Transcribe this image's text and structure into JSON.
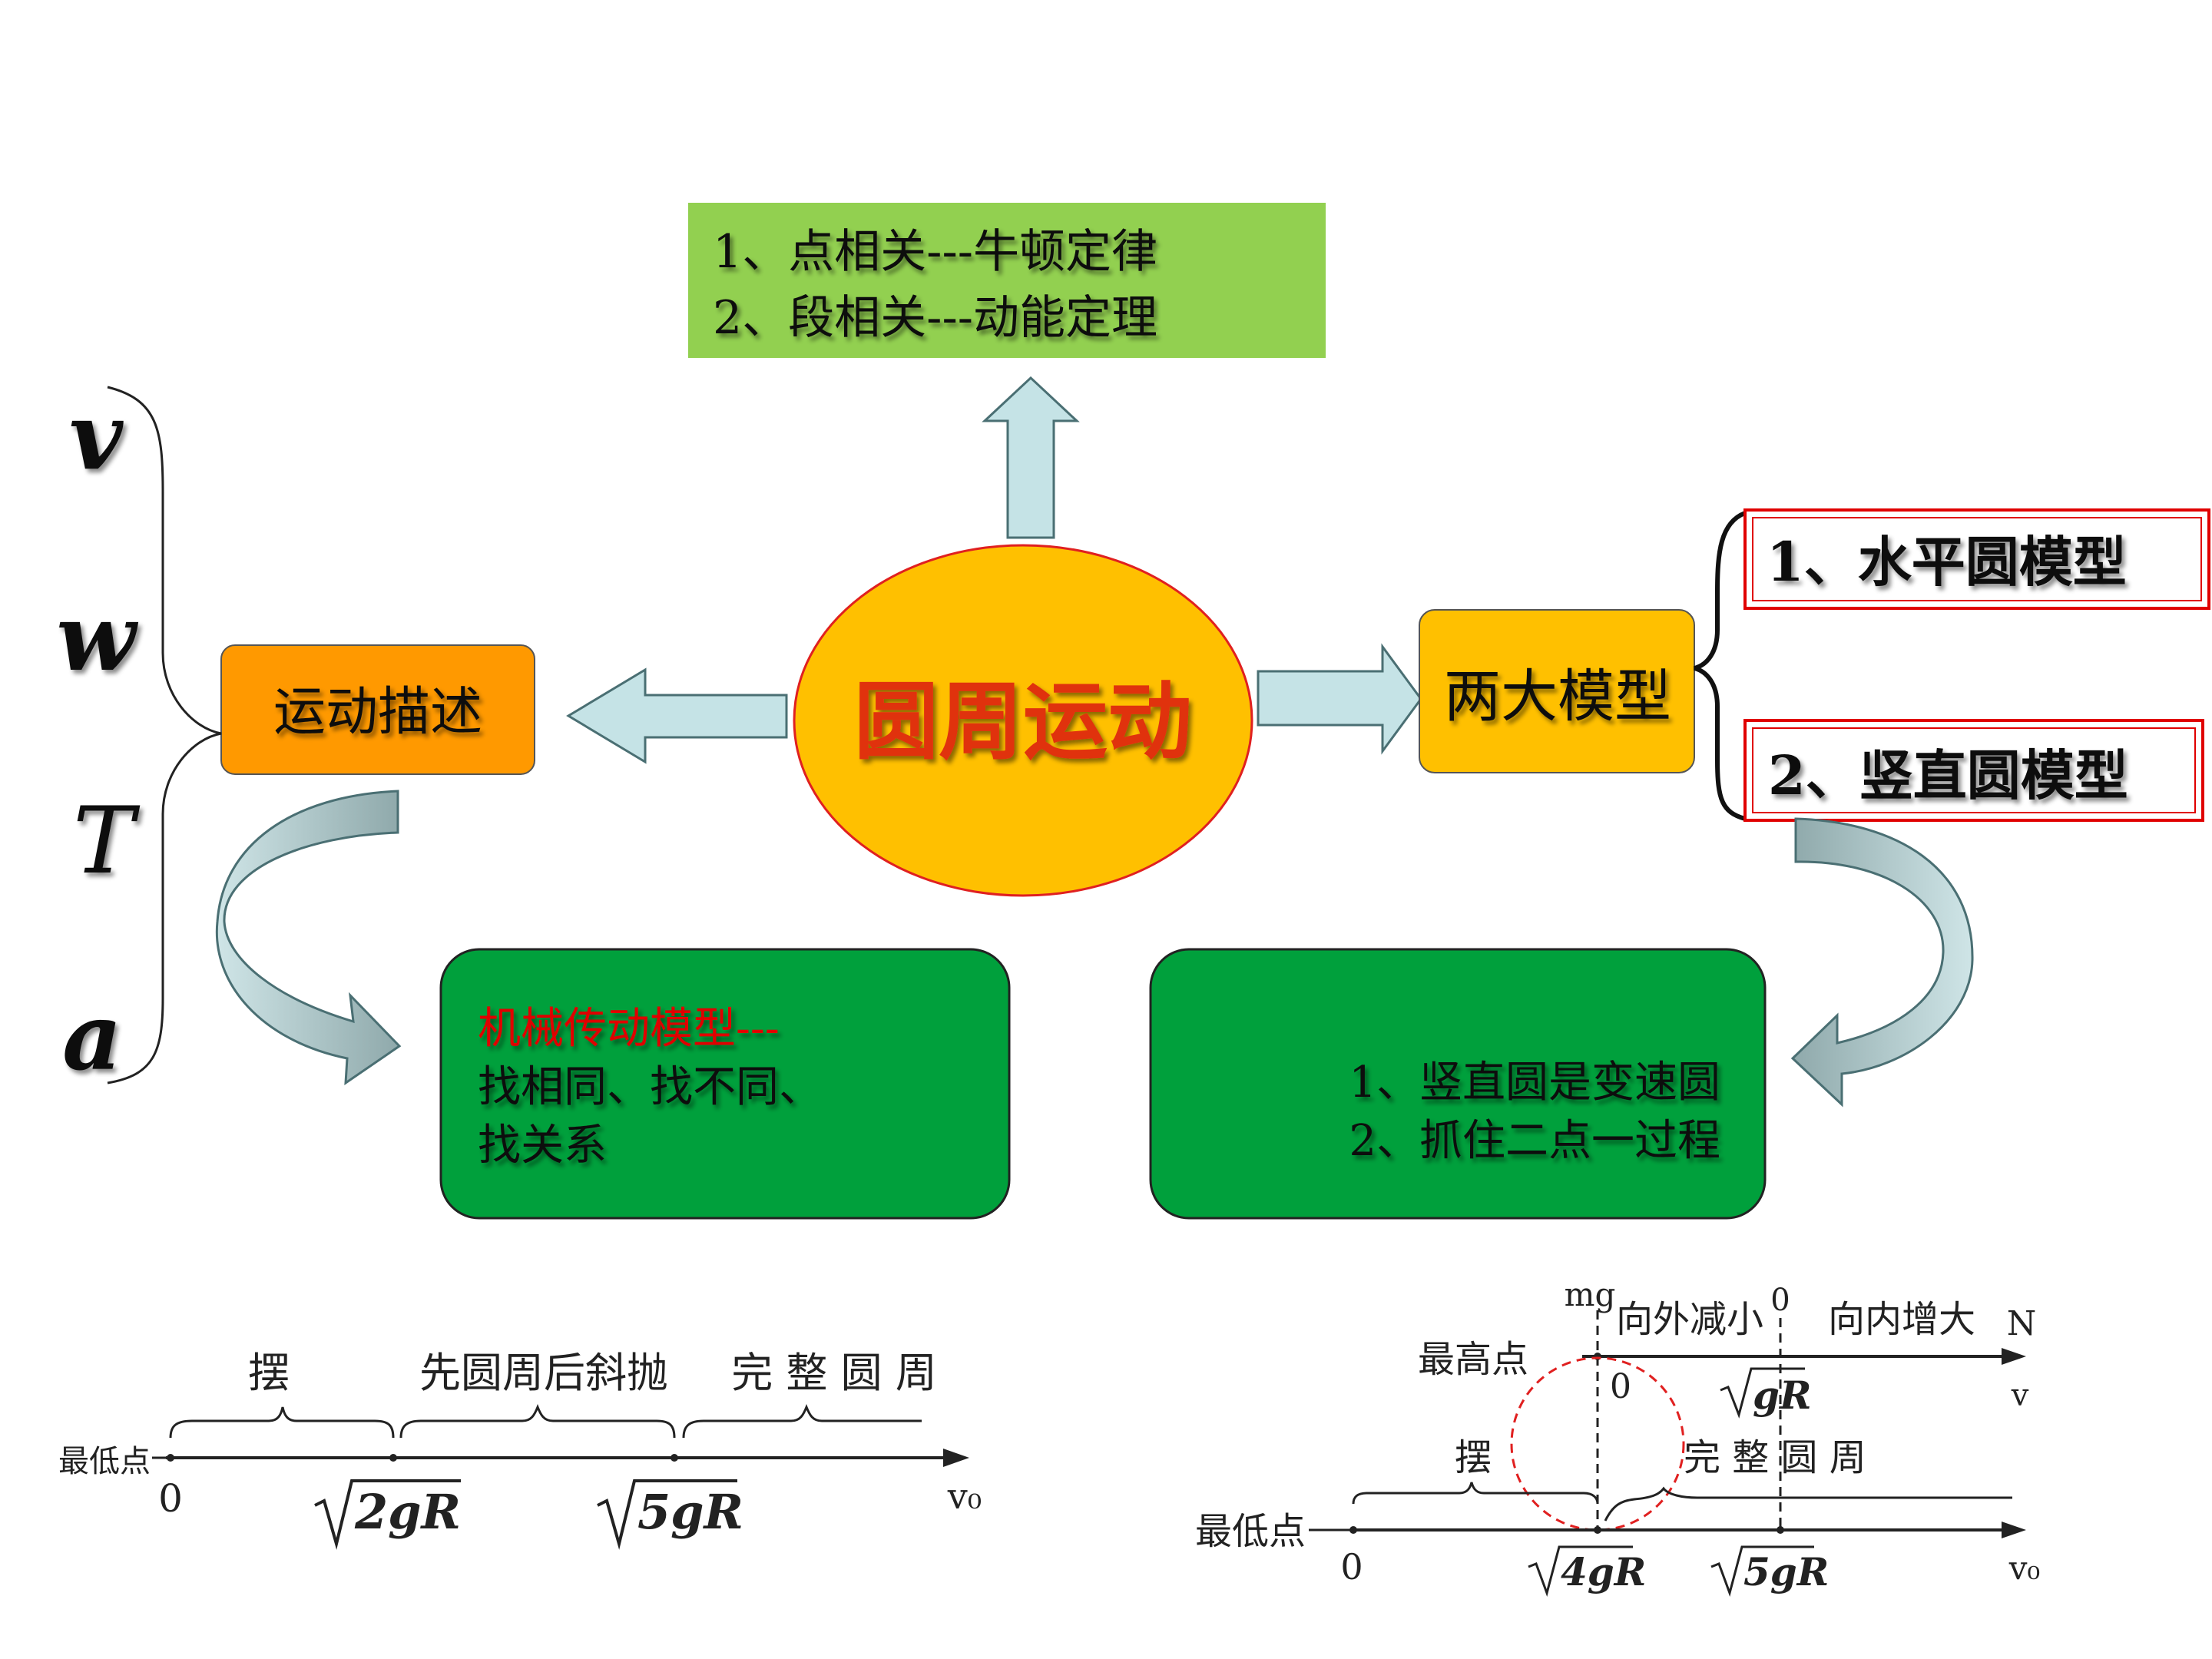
{
  "center": {
    "title": "圆周运动"
  },
  "top_box": {
    "line1": "1、点相关---牛顿定律",
    "line2": "2、段相关---动能定理"
  },
  "left_box": {
    "label": "运动描述"
  },
  "quantities": [
    "v",
    "w",
    "T",
    "a"
  ],
  "right_box": {
    "label": "两大模型"
  },
  "models": {
    "horizontal": "1、水平圆模型",
    "vertical": "2、竖直圆模型"
  },
  "green_left": {
    "red_line": "机械传动模型---",
    "line2": "找相同、找不同、",
    "line3": "找关系"
  },
  "green_right": {
    "line1": "1、竖直圆是变速圆",
    "line2": "2、抓住二点一过程"
  },
  "axis_left": {
    "lowest": "最低点",
    "seg1": "摆",
    "seg2": "先圆周后斜抛",
    "seg3": "完 整 圆 周",
    "zero": "0",
    "v1": "2gR",
    "v2": "5gR",
    "end": "v₀"
  },
  "axis_right": {
    "mg": "mg",
    "out": "向外减小",
    "zero_top": "0",
    "in": "向内增大",
    "N": "N",
    "highest": "最高点",
    "zero_mid": "0",
    "v_top": "gR",
    "v": "v",
    "swing": "摆",
    "full": "完 整 圆 周",
    "lowest": "最低点",
    "zero": "0",
    "v1": "4gR",
    "v2": "5gR",
    "end": "v₀"
  },
  "colors": {
    "top_box": "#92d050",
    "ellipse": "#ffc000",
    "ellipse_stroke": "#e02020",
    "orange_box": "#ff9900",
    "yellow_box": "#ffc000",
    "green_box": "#00a03c",
    "arrow_fill": "#c5e3e6",
    "red_outline": "#e00000",
    "red_text": "#e00000"
  }
}
